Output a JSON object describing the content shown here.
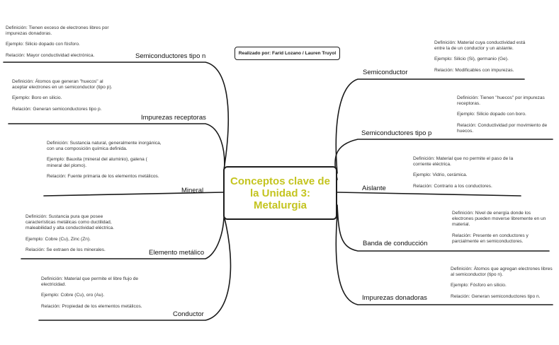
{
  "central": "Conceptos clave de la Unidad 3: Metalurgia",
  "author": "Realizado por: Farid Lozano / Lauren Truyol",
  "left": [
    {
      "topic": "Semiconductores tipo n",
      "definition": "Definición: Tienen exceso de electrones libres por impurezas donadoras.",
      "example": "Ejemplo: Silicio dopado con fósforo.",
      "relation": "Relación: Mayor conductividad electrónica."
    },
    {
      "topic": "Impurezas receptoras",
      "definition": "Definición: Átomos que generan \"huecos\" al aceptar electrones en un semiconductor (tipo p).",
      "example": "Ejemplo: Boro en silicio.",
      "relation": "Relación: Generan semiconductores tipo p."
    },
    {
      "topic": "Mineral",
      "definition": "Definición: Sustancia natural, generalmente inorgánica, con una composición química definida.",
      "example": "Ejemplo: Bauxita (mineral del aluminio), galena ( mineral del plomo).",
      "relation": "Relación: Fuente primaria de los elementos metálicos."
    },
    {
      "topic": "Elemento metálico",
      "definition": "Definición: Sustancia pura que posee características metálicas como ductilidad, maleabilidad y alta conductividad eléctrica.",
      "example": "Ejemplo: Cobre (Cu), Zinc (Zn).",
      "relation": "Relación: Se extraen de los minerales."
    },
    {
      "topic": "Conductor",
      "definition": "Definición: Material que permite el libre flujo de electricidad.",
      "example": "Ejemplo: Cobre (Cu), oro (Au).",
      "relation": "Relación: Propiedad de los elementos metálicos."
    }
  ],
  "right": [
    {
      "topic": "Semiconductor",
      "definition": "Definición: Material cuya conductividad está entre la de un conductor y un aislante.",
      "example": "Ejemplo: Silicio (Si), germanio (Ge).",
      "relation": "Relación: Modificables con impurezas."
    },
    {
      "topic": "Semiconductores tipo p",
      "definition": "Definición: Tienen \"huecos\" por impurezas receptoras.",
      "example": "Ejemplo: Silicio dopado con boro.",
      "relation": "Relación: Conductividad por movimiento de huecos."
    },
    {
      "topic": "Aislante",
      "definition": "Definición: Material que no permite el paso de la corriente eléctrica.",
      "example": "Ejemplo: Vidrio, cerámica.",
      "relation": "Relación: Contrario a los conductores."
    },
    {
      "topic": "Banda de conducción",
      "definition": "Definición: Nivel de energía donde los electrones pueden moverse libremente en un material.",
      "example": "",
      "relation": "Relación: Presente en conductores y parcialmente en semiconductores."
    },
    {
      "topic": "Impurezas donadoras",
      "definition": "Definición: Átomos que agregan electrones libres al semiconductor (tipo n).",
      "example": "Ejemplo: Fósforo en silicio.",
      "relation": "Relación: Generan semiconductores tipo n."
    }
  ]
}
